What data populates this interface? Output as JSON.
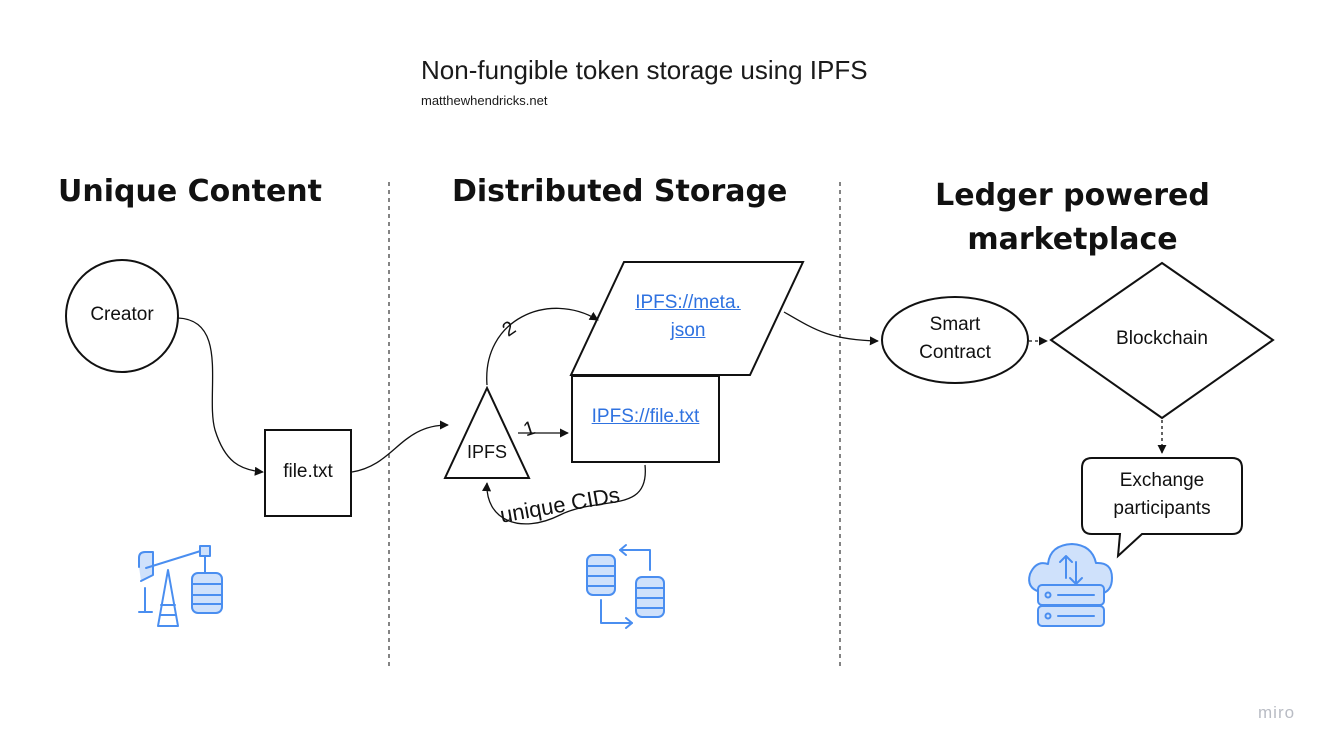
{
  "title": "Non-fungible token storage using IPFS",
  "subtitle": "matthewhendricks.net",
  "sections": {
    "unique_content": "Unique Content",
    "distributed_storage": "Distributed Storage",
    "ledger_marketplace": "Ledger powered marketplace"
  },
  "nodes": {
    "creator": "Creator",
    "file": "file.txt",
    "ipfs": "IPFS",
    "meta_link_line1": "IPFS://meta.",
    "meta_link_line2": "json",
    "file_link": "IPFS://file.txt",
    "smart_contract_line1": "Smart",
    "smart_contract_line2": "Contract",
    "blockchain": "Blockchain",
    "exchange_line1": "Exchange",
    "exchange_line2": "participants"
  },
  "edges": {
    "step_1": "1",
    "step_2": "2",
    "unique_cids": "unique CIDs"
  },
  "icons": {
    "oil_pump": "oil-pump-database-icon",
    "db_sync": "database-sync-icon",
    "cloud_server": "cloud-server-icon"
  },
  "colors": {
    "link": "#2f72e0",
    "icon_stroke": "#4a8ef0",
    "icon_fill": "#cfe1fb"
  },
  "watermark": "miro"
}
